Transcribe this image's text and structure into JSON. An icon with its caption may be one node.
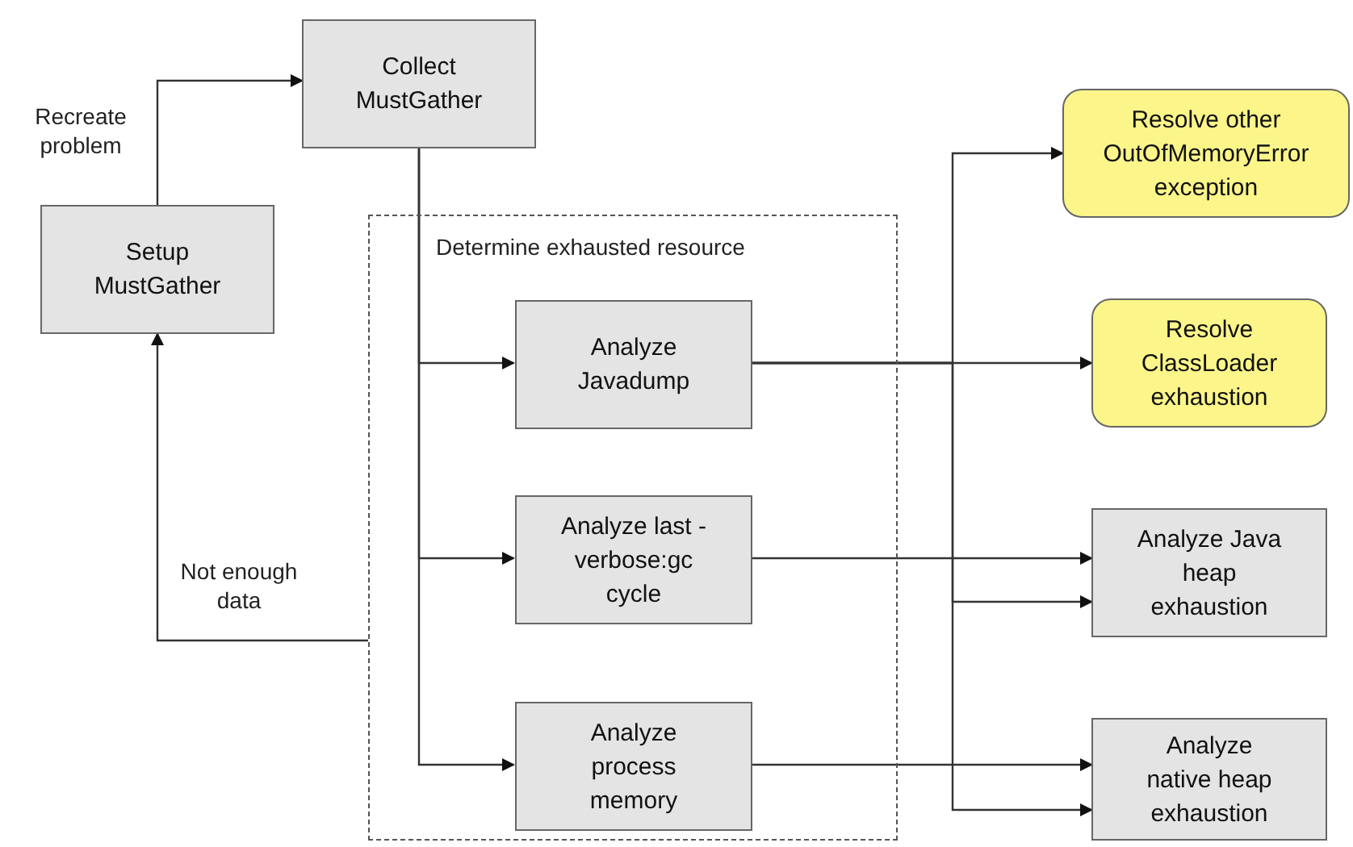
{
  "diagram": {
    "nodes": [
      {
        "text": [
          "Collect MustGather"
        ]
      },
      {
        "text": [
          "Setup MustGather"
        ]
      },
      {
        "text": [
          "Determine exhausted resource"
        ]
      },
      {
        "text": [
          "Analyze Javadump"
        ],
        "in": 2
      },
      {
        "text": [
          "Analyze last -verbose:gc cycle"
        ],
        "in": 2
      },
      {
        "text": [
          "Analyze process memory"
        ],
        "in": 2
      },
      {
        "text": [
          "Resolve other OutOfMemoryError exception"
        ]
      },
      {
        "text": [
          "Resolve ClassLoader exhaustion"
        ]
      },
      {
        "text": [
          "Analyze Java heap exhaustion"
        ]
      },
      {
        "text": [
          "Analyze native heap exhaustion"
        ]
      }
    ],
    "edges": [
      {
        "from": 1,
        "to": 0,
        "arrow": "to",
        "label": "Recreate problem"
      },
      {
        "from": 0,
        "to": 3,
        "arrow": "to"
      },
      {
        "from": 0,
        "to": 4,
        "arrow": "to"
      },
      {
        "from": 0,
        "to": 5,
        "arrow": "to"
      },
      {
        "from": 2,
        "to": 1,
        "arrow": "to",
        "label": "Not enough data"
      },
      {
        "from": 3,
        "to": 7,
        "arrow": "to"
      },
      {
        "from": 3,
        "to": 6,
        "arrow": "to"
      },
      {
        "from": 3,
        "to": 8,
        "arrow": "to"
      },
      {
        "from": 3,
        "to": 9,
        "arrow": "to"
      },
      {
        "from": 4,
        "to": 8,
        "arrow": "to"
      },
      {
        "from": 5,
        "to": 9,
        "arrow": "to"
      }
    ]
  }
}
